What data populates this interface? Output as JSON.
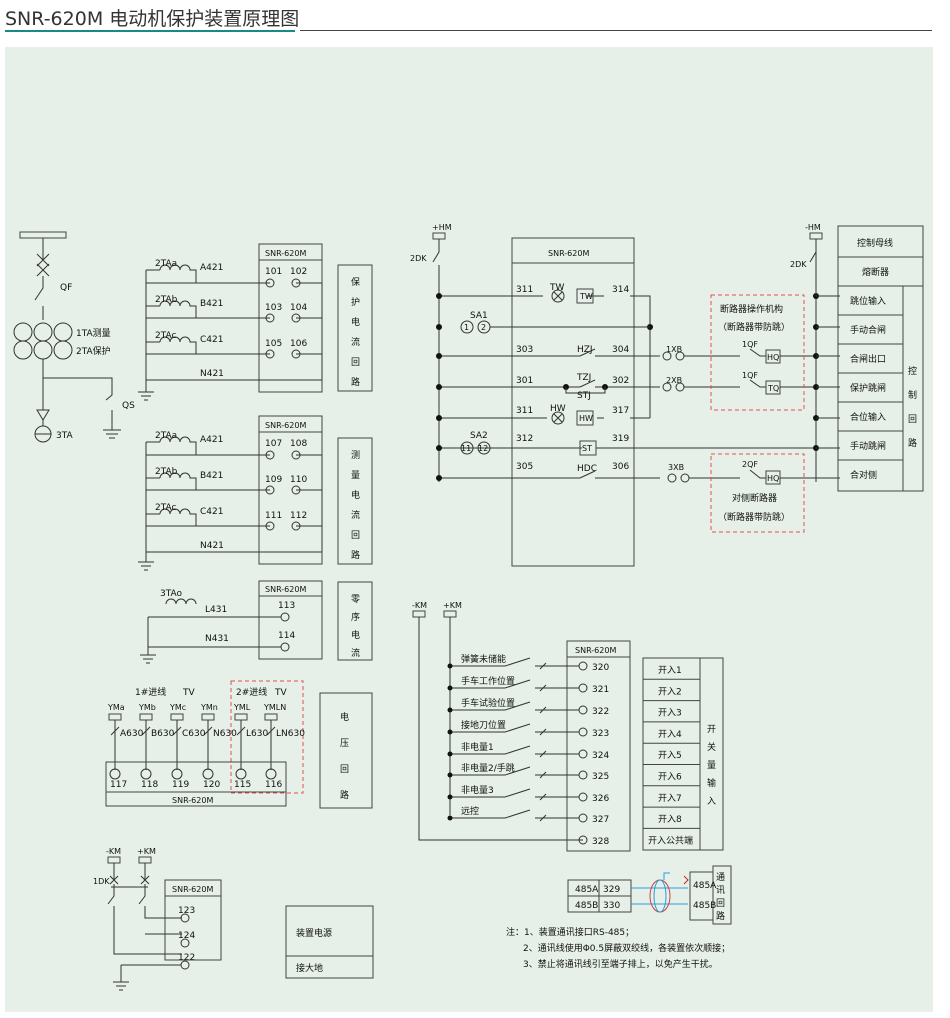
{
  "title": "SNR-620M 电动机保护装置原理图",
  "primary": {
    "qf": "QF",
    "ta_label1": "1TA测量",
    "ta_label2": "2TA保护",
    "qs": "QS",
    "ta3": "3TA"
  },
  "protection_current": {
    "device": "SNR-620M",
    "ta": [
      "2TAa",
      "2TAb",
      "2TAc"
    ],
    "wires": [
      "A421",
      "B421",
      "C421",
      "N421"
    ],
    "terminals": [
      [
        "101",
        "102"
      ],
      [
        "103",
        "104"
      ],
      [
        "105",
        "106"
      ]
    ],
    "label": [
      "保",
      "护",
      "电",
      "流",
      "回",
      "路"
    ]
  },
  "measure_current": {
    "device": "SNR-620M",
    "ta": [
      "2TAa",
      "2TAb",
      "2TAc"
    ],
    "wires": [
      "A421",
      "B421",
      "C421",
      "N421"
    ],
    "terminals": [
      [
        "107",
        "108"
      ],
      [
        "109",
        "110"
      ],
      [
        "111",
        "112"
      ]
    ],
    "label": [
      "测",
      "量",
      "电",
      "流",
      "回",
      "路"
    ]
  },
  "zero_seq": {
    "device": "SNR-620M",
    "ta": "3TAo",
    "wires": [
      "L431",
      "N431"
    ],
    "terminals": [
      "113",
      "114"
    ],
    "label": [
      "零",
      "序",
      "电",
      "流"
    ]
  },
  "voltage": {
    "group1": "1#进线",
    "group1_tv": "TV",
    "group2": "2#进线",
    "group2_tv": "TV",
    "buses": [
      "YMa",
      "YMb",
      "YMc",
      "YMn",
      "YML",
      "YMLN"
    ],
    "wires": [
      "A630",
      "B630",
      "C630",
      "N630",
      "L630",
      "LN630"
    ],
    "terminals": [
      "117",
      "118",
      "119",
      "120",
      "115",
      "116"
    ],
    "device": "SNR-620M",
    "label": [
      "电",
      "压",
      "回",
      "路"
    ]
  },
  "power": {
    "km_minus": "-KM",
    "km_plus": "+KM",
    "dk": "1DK",
    "device": "SNR-620M",
    "terminals": [
      "123",
      "124",
      "122"
    ],
    "table": [
      "装置电源",
      "接大地"
    ]
  },
  "control": {
    "hm_plus": "+HM",
    "hm_minus": "-HM",
    "dk_left": "2DK",
    "dk_right": "2DK",
    "device": "SNR-620M",
    "sa1": "SA1",
    "sa2": "SA2",
    "sa1_nums": [
      "1",
      "2"
    ],
    "sa2_nums": [
      "11",
      "12"
    ],
    "rows": [
      {
        "l": "311",
        "r": "314",
        "c": "TW",
        "lamp": "TW"
      },
      {
        "l": "303",
        "r": "304",
        "c": "HZJ"
      },
      {
        "l": "301",
        "r": "302",
        "c": "TZJ",
        "c2": "STJ"
      },
      {
        "l": "311",
        "r": "317",
        "c": "HW",
        "lamp": "HW"
      },
      {
        "l": "312",
        "r": "319",
        "c": "ST"
      },
      {
        "l": "305",
        "r": "306",
        "c": "HDC"
      }
    ],
    "xb": [
      "1XB",
      "2XB",
      "3XB"
    ],
    "qf": [
      "1QF",
      "1QF",
      "2QF"
    ],
    "coils": [
      "HQ",
      "TQ",
      "HQ"
    ],
    "breaker_box1": [
      "断路器操作机构",
      "（断路器带防跳）"
    ],
    "breaker_box2": [
      "对侧断路器",
      "（断路器带防跳）"
    ],
    "table": [
      "控制母线",
      "熔断器",
      "跳位输入",
      "手动合闸",
      "合闸出口",
      "保护跳闸",
      "合位输入",
      "手动跳闸",
      "合对侧"
    ],
    "table_label": [
      "控",
      "制",
      "回",
      "路"
    ]
  },
  "binary_input": {
    "km_minus": "-KM",
    "km_plus": "+KM",
    "device": "SNR-620M",
    "items": [
      "弹簧未储能",
      "手车工作位置",
      "手车试验位置",
      "接地刀位置",
      "非电量1",
      "非电量2/手跳",
      "非电量3",
      "远控"
    ],
    "terminals": [
      "320",
      "321",
      "322",
      "323",
      "324",
      "325",
      "326",
      "327",
      "328"
    ],
    "table": [
      "开入1",
      "开入2",
      "开入3",
      "开入4",
      "开入5",
      "开入6",
      "开入7",
      "开入8",
      "开入公共端"
    ],
    "label": [
      "开",
      "关",
      "量",
      "输",
      "入"
    ]
  },
  "comm": {
    "left": [
      "485A",
      "485B"
    ],
    "terminals": [
      "329",
      "330"
    ],
    "right": [
      "485A",
      "485B"
    ],
    "label": [
      "通",
      "讯",
      "回",
      "路"
    ]
  },
  "notes": [
    "注：1、装置通讯接口RS-485；",
    "2、通讯线使用Φ0.5屏蔽双绞线，各装置依次顺接；",
    "3、禁止将通讯线引至端子排上，以免产生干扰。"
  ]
}
